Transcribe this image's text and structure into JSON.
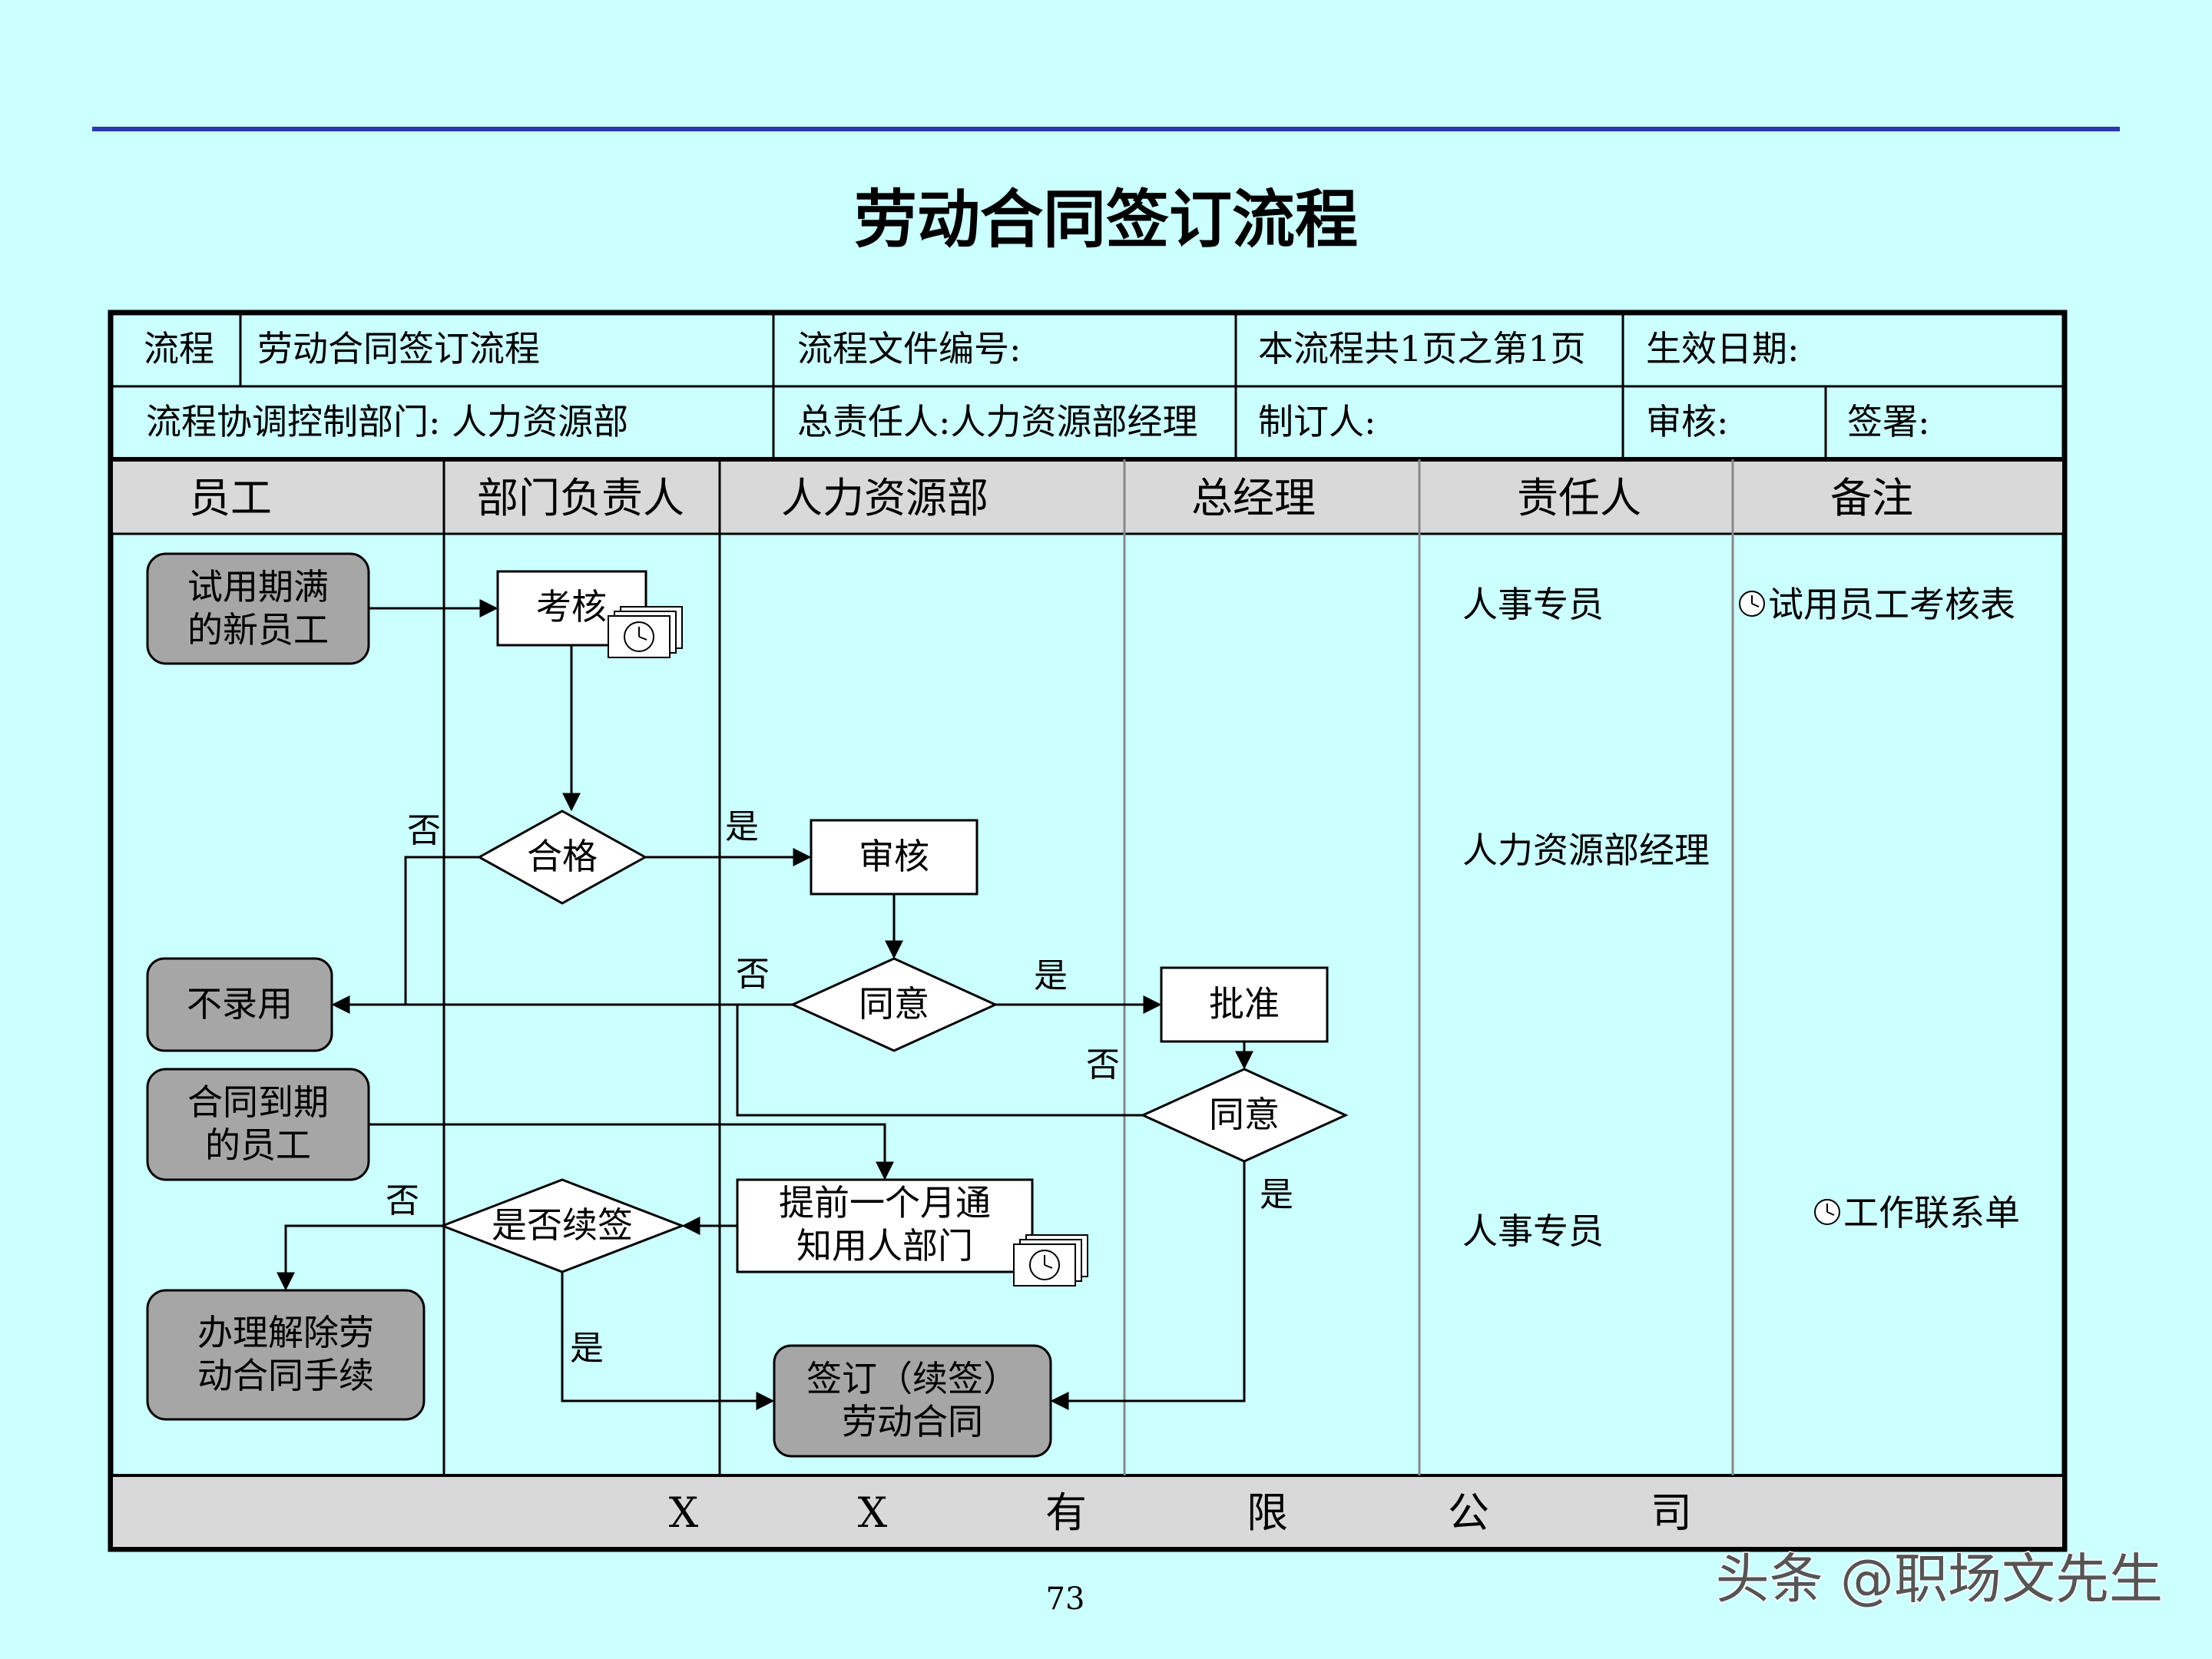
{
  "title": "劳动合同签订流程",
  "header": {
    "row1": {
      "process_label": "流程",
      "process_name": "劳动合同签订流程",
      "file_no": "流程文件编号:",
      "pages": "本流程共1页之第1页",
      "effective_date": "生效日期:"
    },
    "row2": {
      "dept": "流程协调控制部门: 人力资源部",
      "owner": "总责任人:人力资源部经理",
      "maker": "制订人:",
      "reviewer": "审核:",
      "signer": "签署:"
    }
  },
  "lanes": [
    "员工",
    "部门负责人",
    "人力资源部",
    "总经理",
    "责任人",
    "备注"
  ],
  "nodes": {
    "new_employee": "试用期满\n的新员工",
    "assess": "考核",
    "qualified": "合格",
    "review": "审核",
    "reject": "不录用",
    "agree1": "同意",
    "approve": "批准",
    "agree2": "同意",
    "expiring": "合同到期\n的员工",
    "notify": "提前一个月通\n知用人部门",
    "renew": "是否续签",
    "terminate": "办理解除劳\n动合同手续",
    "sign": "签订（续签）\n劳动合同"
  },
  "edge_labels": {
    "yes": "是",
    "no": "否"
  },
  "responsible": [
    "人事专员",
    "人力资源部经理",
    "人事专员"
  ],
  "notes": [
    "试用员工考核表",
    "工作联系单"
  ],
  "footer_chars": [
    "X",
    "X",
    "有",
    "限",
    "公",
    "司"
  ],
  "page_number": "73",
  "watermark": "头条 @职场文先生",
  "colors": {
    "background": "#ccffff",
    "top_rule": "#2b36b0",
    "rounded_node_fill": "#a6a6a6",
    "lane_header_fill": "#d9d9d9"
  }
}
